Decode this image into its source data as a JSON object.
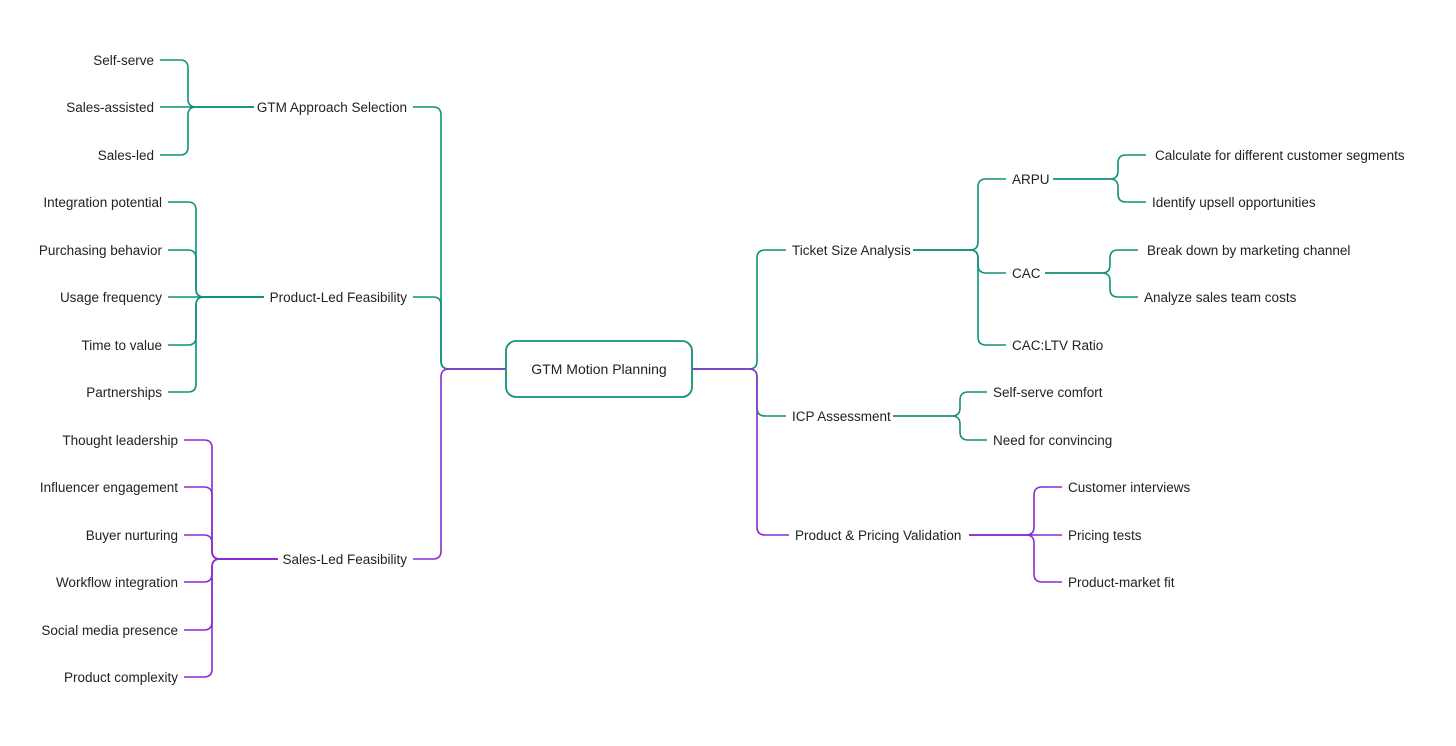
{
  "colors": {
    "green": "#11907a",
    "purple": "#8a2bd2",
    "text": "#222222"
  },
  "root": {
    "label": "GTM Motion Planning"
  },
  "left": [
    {
      "label": "GTM Approach Selection",
      "color": "green",
      "children": [
        "Self-serve",
        "Sales-assisted",
        "Sales-led"
      ]
    },
    {
      "label": "Product-Led Feasibility",
      "color": "green",
      "children": [
        "Integration potential",
        "Purchasing behavior",
        "Usage frequency",
        "Time to value",
        "Partnerships"
      ]
    },
    {
      "label": "Sales-Led Feasibility",
      "color": "purple",
      "children": [
        "Thought leadership",
        "Influencer engagement",
        "Buyer nurturing",
        "Workflow integration",
        "Social media presence",
        "Product complexity"
      ]
    }
  ],
  "right": [
    {
      "label": "Ticket Size Analysis",
      "color": "green",
      "children": [
        {
          "label": "ARPU",
          "children": [
            "Calculate for different customer segments",
            "Identify upsell opportunities"
          ]
        },
        {
          "label": "CAC",
          "children": [
            "Break down by marketing channel",
            "Analyze sales team costs"
          ]
        },
        {
          "label": "CAC:LTV Ratio",
          "children": []
        }
      ]
    },
    {
      "label": "ICP Assessment",
      "color": "green",
      "children": [
        {
          "label": "Self-serve comfort",
          "children": []
        },
        {
          "label": "Need for convincing",
          "children": []
        }
      ]
    },
    {
      "label": "Product & Pricing Validation",
      "color": "purple",
      "children": [
        {
          "label": "Customer interviews",
          "children": []
        },
        {
          "label": "Pricing tests",
          "children": []
        },
        {
          "label": "Product-market fit",
          "children": []
        }
      ]
    }
  ]
}
